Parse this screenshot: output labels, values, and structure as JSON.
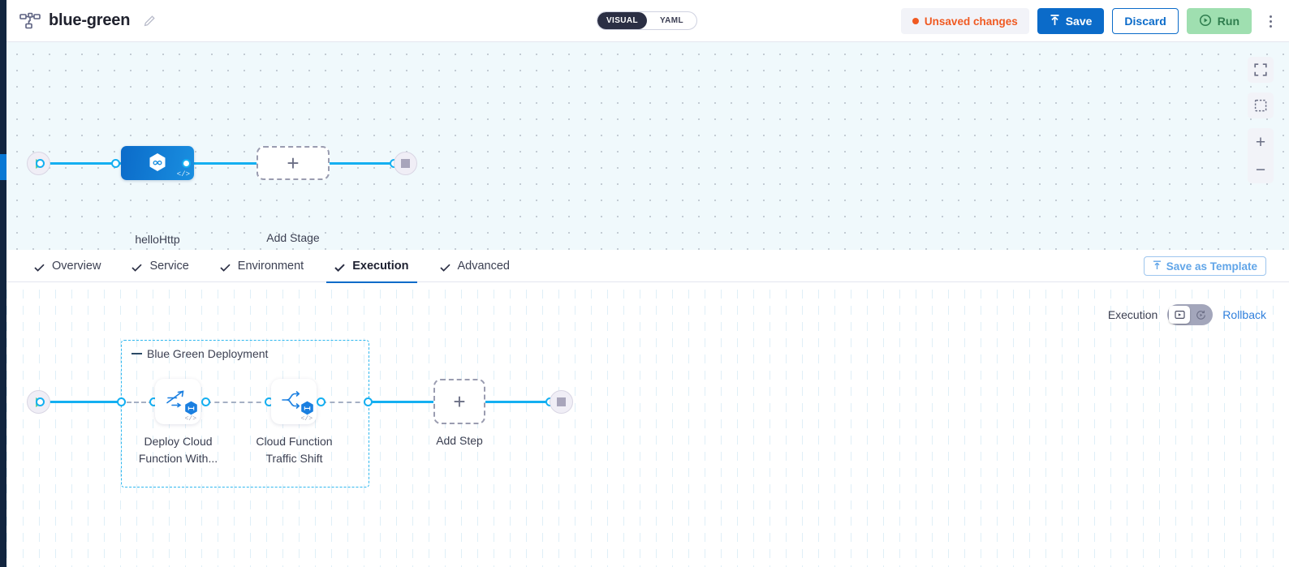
{
  "header": {
    "pipeline_icon": "pipeline-icon",
    "title": "blue-green",
    "edit_icon": "pencil-icon",
    "mode_toggle": {
      "visual": "VISUAL",
      "yaml": "YAML",
      "selected": "VISUAL"
    },
    "unsaved_label": "Unsaved changes",
    "save_label": "Save",
    "discard_label": "Discard",
    "run_label": "Run",
    "menu_icon": "kebab-menu-icon",
    "colors": {
      "accent_blue": "#0b6bc9",
      "unsaved_orange": "#f05a22",
      "run_green": "#9fdfb0",
      "run_green_text": "#2f7d4e"
    }
  },
  "canvas_top": {
    "start_node": "start-node",
    "stage": {
      "label": "helloHttp",
      "icon": "hexagon-link-icon",
      "code_badge": "</>"
    },
    "add_stage": {
      "label": "Add Stage",
      "icon": "plus-icon"
    },
    "end_node": "end-node"
  },
  "controls": {
    "fullscreen": "fullscreen-icon",
    "fit_view": "fit-to-selection-icon",
    "zoom_in": "+",
    "zoom_out": "−"
  },
  "tabs": {
    "items": [
      {
        "label": "Overview",
        "active": false
      },
      {
        "label": "Service",
        "active": false
      },
      {
        "label": "Environment",
        "active": false
      },
      {
        "label": "Execution",
        "active": true
      },
      {
        "label": "Advanced",
        "active": false
      }
    ],
    "save_as_template": {
      "label": "Save as Template",
      "icon": "upload-template-icon"
    }
  },
  "execution_bar": {
    "label": "Execution",
    "toggle": {
      "left_icon": "execution-icon",
      "right_icon": "rollback-icon",
      "selected": "execution"
    },
    "rollback_label": "Rollback"
  },
  "canvas_bottom": {
    "start_node": "start-node",
    "group": {
      "title": "Blue Green Deployment",
      "steps": [
        {
          "label_line1": "Deploy Cloud",
          "label_line2": "Function With...",
          "icon": "cloud-function-deploy-icon",
          "code_badge": "</>"
        },
        {
          "label_line1": "Cloud Function",
          "label_line2": "Traffic Shift",
          "icon": "traffic-split-icon",
          "code_badge": "</>"
        }
      ]
    },
    "add_step": {
      "label": "Add Step",
      "icon": "plus-icon"
    },
    "end_node": "end-node"
  }
}
